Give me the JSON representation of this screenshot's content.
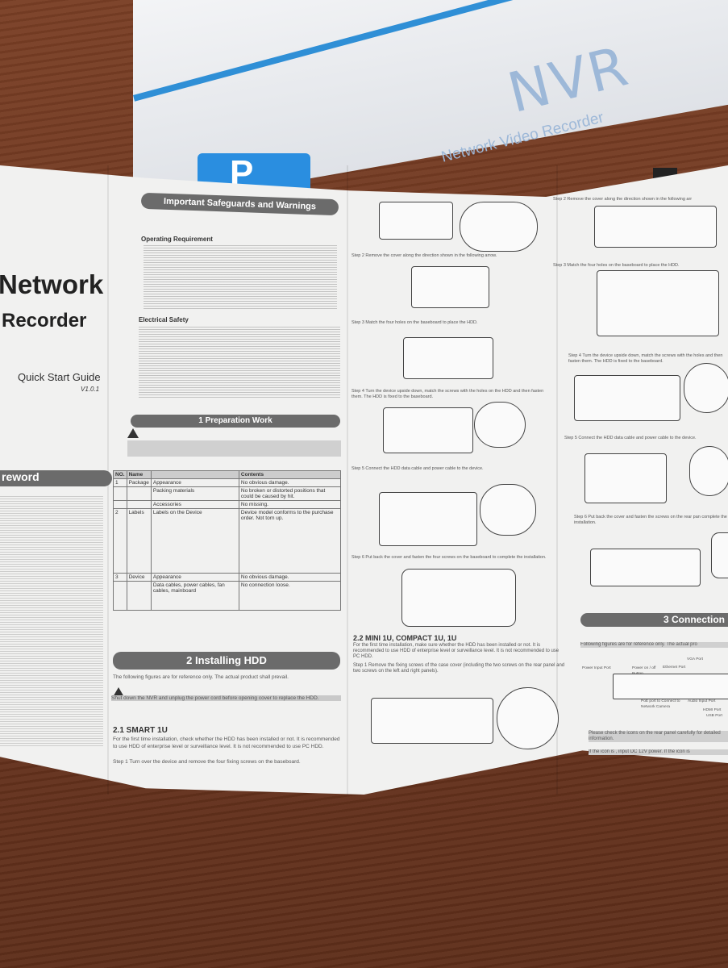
{
  "box": {
    "badge": "P",
    "title": "NVR",
    "subtitle": "Network Video Recorder"
  },
  "left_panel": {
    "title_line1": "Network",
    "title_line2": "Recorder",
    "guide": "Quick Start Guide",
    "version": "V1.0.1",
    "section": "reword"
  },
  "panel2": {
    "safeguards_header": "Important Safeguards and Warnings",
    "operating_req": "Operating Requirement",
    "electrical": "Electrical Safety",
    "prep_header": "1 Preparation Work",
    "table_headers": [
      "NO.",
      "Name",
      "Contents"
    ],
    "rows": [
      {
        "no": "1",
        "name": "Package",
        "item": "Appearance",
        "content": "No obvious damage."
      },
      {
        "no": "",
        "name": "",
        "item": "Packing materials",
        "content": "No broken or distorted positions that could be caused by hit."
      },
      {
        "no": "",
        "name": "",
        "item": "Accessories",
        "content": "No missing."
      },
      {
        "no": "2",
        "name": "Labels",
        "item": "Labels on the Device",
        "content": "Device model conforms to the purchase order. Not torn up."
      },
      {
        "no": "3",
        "name": "Device",
        "item": "Appearance",
        "content": "No obvious damage."
      },
      {
        "no": "",
        "name": "",
        "item": "Data cables, power cables, fan cables, mainboard",
        "content": "No connection loose."
      }
    ],
    "install_header": "2 Installing HDD",
    "install_note": "The following figures are for reference only. The actual product shall prevail.",
    "shutdown": "Shut down the NVR and unplug the power cord before opening cover to replace the HDD.",
    "smart_title": "2.1 SMART 1U",
    "smart_text": "For the first time installation, check whether the HDD has been installed or not. It is recommended to use HDD of enterprise level or surveillance level. It is not recommended to use PC HDD.",
    "step1": "Step 1   Turn over the device and remove the four fixing screws on the baseboard."
  },
  "panel3": {
    "step2": "Step 2 Remove the cover along the direction shown in the following arrow.",
    "step3": "Step 3 Match the four holes on the baseboard to place the HDD.",
    "step4": "Step 4 Turn the device upside down, match the screws with the holes on the HDD and then fasten them. The HDD is fixed to the baseboard.",
    "step5": "Step 5 Connect the HDD data cable and power cable to the device.",
    "step6": "Step 6 Put back the cover and fasten the four screws on the baseboard to complete the installation.",
    "mini_title": "2.2 MINI 1U, COMPACT 1U, 1U",
    "mini_text": "For the first time installation, make sure whether the HDD has been installed or not. It is recommended to use HDD of enterprise level or surveillance level. It is not recommended to use PC HDD.",
    "mini_step1": "Step 1 Remove the fixing screws of the case cover (including the two screws on the rear panel and two screws on the left and right panels)."
  },
  "panel4": {
    "step2": "Step 2 Remove the cover along the direction shown in the following arr",
    "step3": "Step 3 Match the four holes on the baseboard to place the HDD.",
    "step4": "Step 4 Turn the device upside down, match the screws with the holes and then fasten them. The HDD is fixed to the baseboard.",
    "step5": "Step 5 Connect the HDD data cable and power cable to the device.",
    "step6": "Step 6 Put back the cover and fasten the screws on the rear pan complete the installation.",
    "conn_header": "3 Connection",
    "conn_note": "Following figures are for reference only. The actual pro",
    "ports": [
      "Power Input Port",
      "Power on / off Button",
      "VGA Port",
      "Ethernet Port",
      "Audio Input Port",
      "PoE port to Connect to Network Camera",
      "HDMI Port",
      "USB Port"
    ],
    "check": "Please check the icons on the rear panel carefully for detailed information.",
    "icon_note": "If the icon is , input DC 12V power. If the icon is"
  }
}
